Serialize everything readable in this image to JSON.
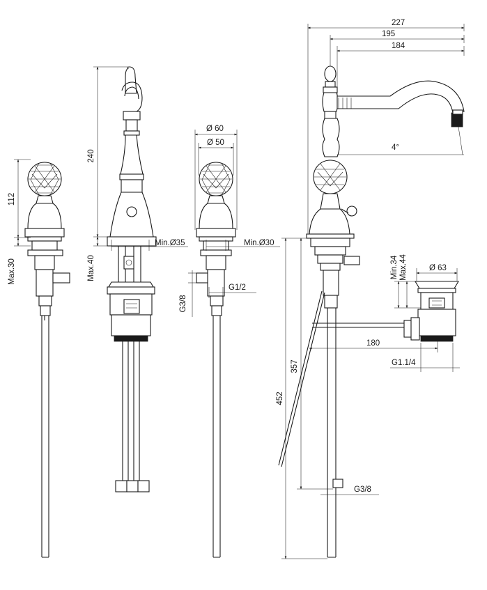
{
  "drawing": {
    "dimensions": {
      "d227": "227",
      "d195": "195",
      "d184": "184",
      "angle": "4°",
      "d240": "240",
      "d112": "112",
      "max30": "Max.30",
      "max40": "Max.40",
      "min35": "Min.Ø35",
      "dia60": "Ø 60",
      "dia50": "Ø 50",
      "min30": "Min.Ø30",
      "g12": "G1/2",
      "g38_left": "G3/8",
      "min34": "Min.34",
      "max44": "Max.44",
      "dia63": "Ø 63",
      "d180": "180",
      "g114": "G1.1/4",
      "d357": "357",
      "d452": "452",
      "g38_right": "G3/8"
    }
  }
}
